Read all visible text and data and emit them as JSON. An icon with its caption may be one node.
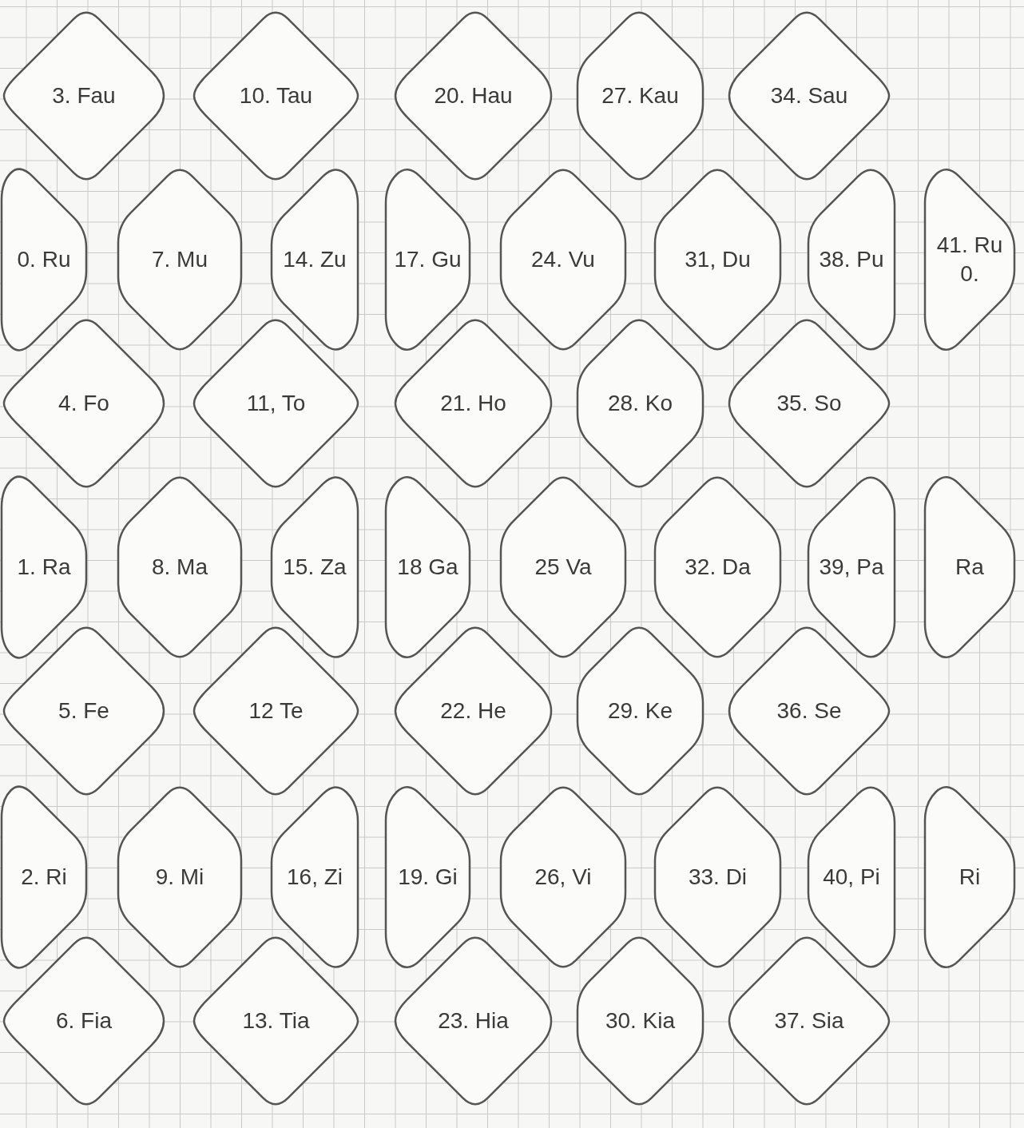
{
  "diagram": {
    "nodes": [
      {
        "text": [
          "3. Fau"
        ]
      },
      {
        "text": [
          "10. Tau"
        ]
      },
      {
        "text": [
          "20. Hau"
        ]
      },
      {
        "text": [
          "27. Kau"
        ]
      },
      {
        "text": [
          "34. Sau"
        ]
      },
      {
        "text": [
          "0. Ru"
        ]
      },
      {
        "text": [
          "7. Mu"
        ]
      },
      {
        "text": [
          "14. Zu"
        ]
      },
      {
        "text": [
          "17. Gu"
        ]
      },
      {
        "text": [
          "24. Vu"
        ]
      },
      {
        "text": [
          "31, Du"
        ]
      },
      {
        "text": [
          "38. Pu"
        ]
      },
      {
        "text": [
          "41. Ru",
          "0."
        ]
      },
      {
        "text": [
          "4. Fo"
        ]
      },
      {
        "text": [
          "11, To"
        ]
      },
      {
        "text": [
          "21. Ho"
        ]
      },
      {
        "text": [
          "28. Ko"
        ]
      },
      {
        "text": [
          "35. So"
        ]
      },
      {
        "text": [
          "1. Ra"
        ]
      },
      {
        "text": [
          "8. Ma"
        ]
      },
      {
        "text": [
          "15. Za"
        ]
      },
      {
        "text": [
          "18 Ga"
        ]
      },
      {
        "text": [
          "25 Va"
        ]
      },
      {
        "text": [
          "32. Da"
        ]
      },
      {
        "text": [
          "39, Pa"
        ]
      },
      {
        "text": [
          "Ra"
        ]
      },
      {
        "text": [
          "5. Fe"
        ]
      },
      {
        "text": [
          "12 Te"
        ]
      },
      {
        "text": [
          "22. He"
        ]
      },
      {
        "text": [
          "29. Ke"
        ]
      },
      {
        "text": [
          "36. Se"
        ]
      },
      {
        "text": [
          "2. Ri"
        ]
      },
      {
        "text": [
          "9. Mi"
        ]
      },
      {
        "text": [
          "16, Zi"
        ]
      },
      {
        "text": [
          "19. Gi"
        ]
      },
      {
        "text": [
          "26, Vi"
        ]
      },
      {
        "text": [
          "33. Di"
        ]
      },
      {
        "text": [
          "40, Pi"
        ]
      },
      {
        "text": [
          "Ri"
        ]
      },
      {
        "text": [
          "6. Fia"
        ]
      },
      {
        "text": [
          "13. Tia"
        ]
      },
      {
        "text": [
          "23. Hia"
        ]
      },
      {
        "text": [
          "30. Kia"
        ]
      },
      {
        "text": [
          "37. Sia"
        ]
      }
    ],
    "edges": []
  }
}
